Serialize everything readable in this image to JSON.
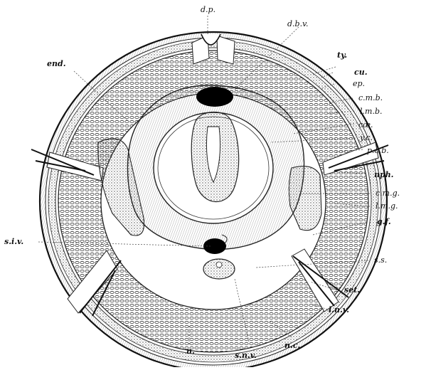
{
  "figure": {
    "labels": {
      "dp": "d.p.",
      "dbv": "d.b.v.",
      "end": "end.",
      "ty": "ty.",
      "cu": "cu.",
      "ep": "ep.",
      "cmb": "c.m.b.",
      "lmb": "l.m.b.",
      "coe": "cœ.",
      "yc": "y.c.",
      "pcb": "p.c.b.",
      "nph": "nph.",
      "cmg": "c.m.g.",
      "lmg": "l.m.g.",
      "gf": "g.f.",
      "siv": "s.i.v.",
      "ss": "s.s.",
      "set": "set.",
      "lnv": "l.n.v.",
      "n": "n.",
      "snv": "s.n.v.",
      "nc": "n.c."
    },
    "colors": {
      "ink": "#111111",
      "paper": "#ffffff",
      "stipple": "#555555"
    }
  }
}
